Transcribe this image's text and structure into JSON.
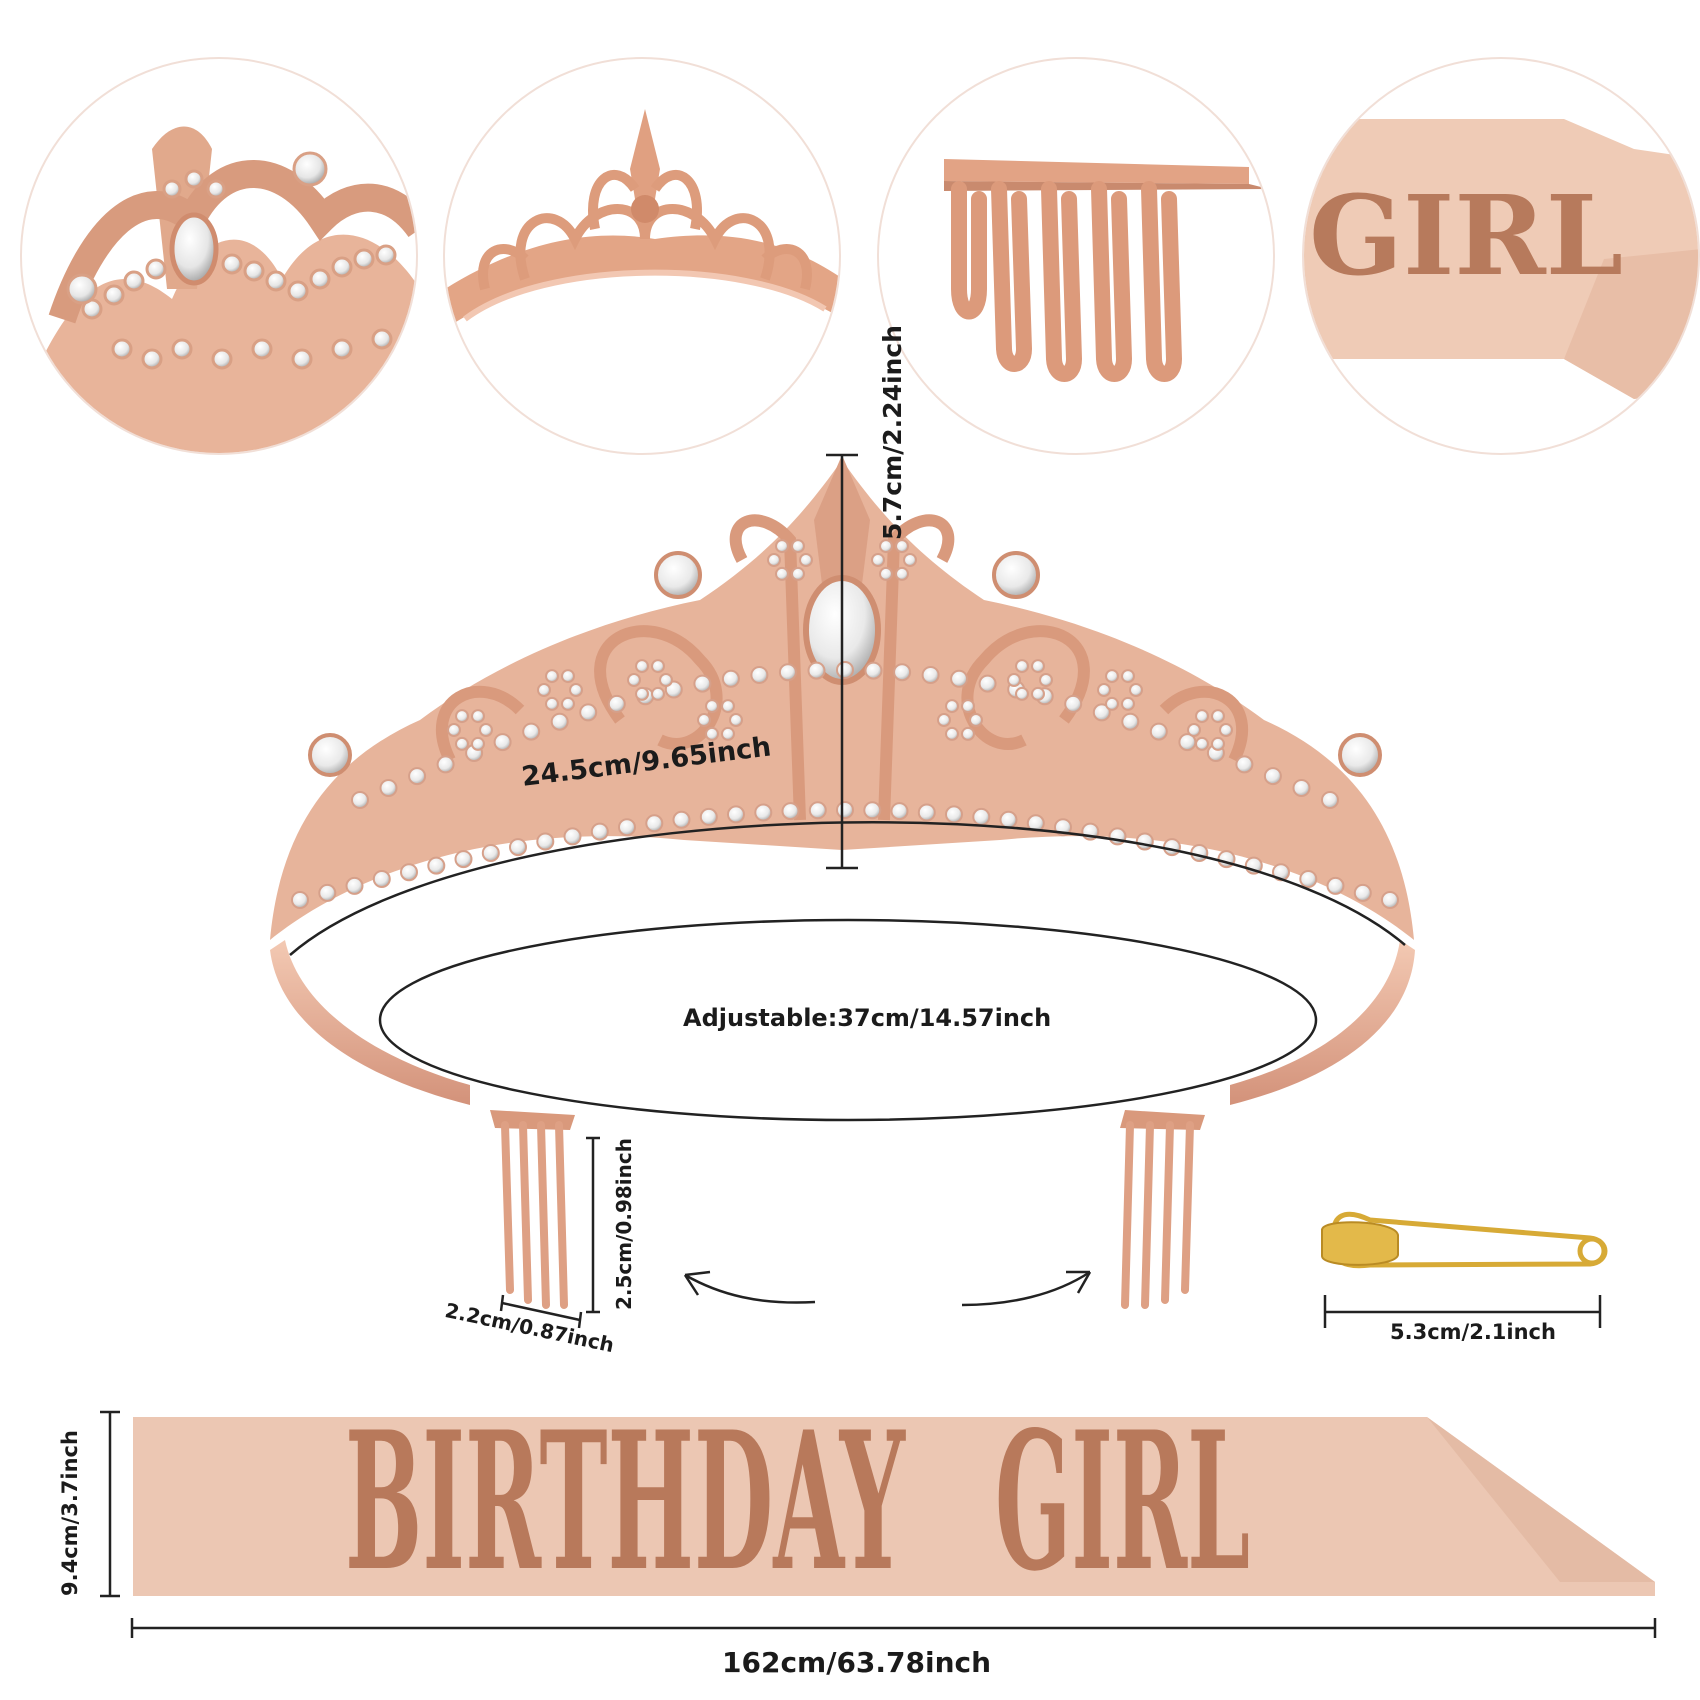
{
  "details": {
    "sash_closeup_text": "GIRL"
  },
  "dimensions": {
    "tiara_width": "24.5cm/9.65inch",
    "tiara_height": "5.7cm/2.24inch",
    "band_adjustable": "Adjustable:37cm/14.57inch",
    "comb_height": "2.5cm/0.98inch",
    "comb_width": "2.2cm/0.87inch",
    "pin_length": "5.3cm/2.1inch",
    "sash_height": "9.4cm/3.7inch",
    "sash_length": "162cm/63.78inch"
  },
  "sash": {
    "word_1": "BIRTHDAY",
    "word_2": "GIRL"
  },
  "colors": {
    "rose_gold": "#e6b49c",
    "rose_gold_dark": "#c98b70",
    "sash_glitter": "#ecc7b3",
    "pin_gold": "#d9a93a",
    "line": "#222222"
  }
}
